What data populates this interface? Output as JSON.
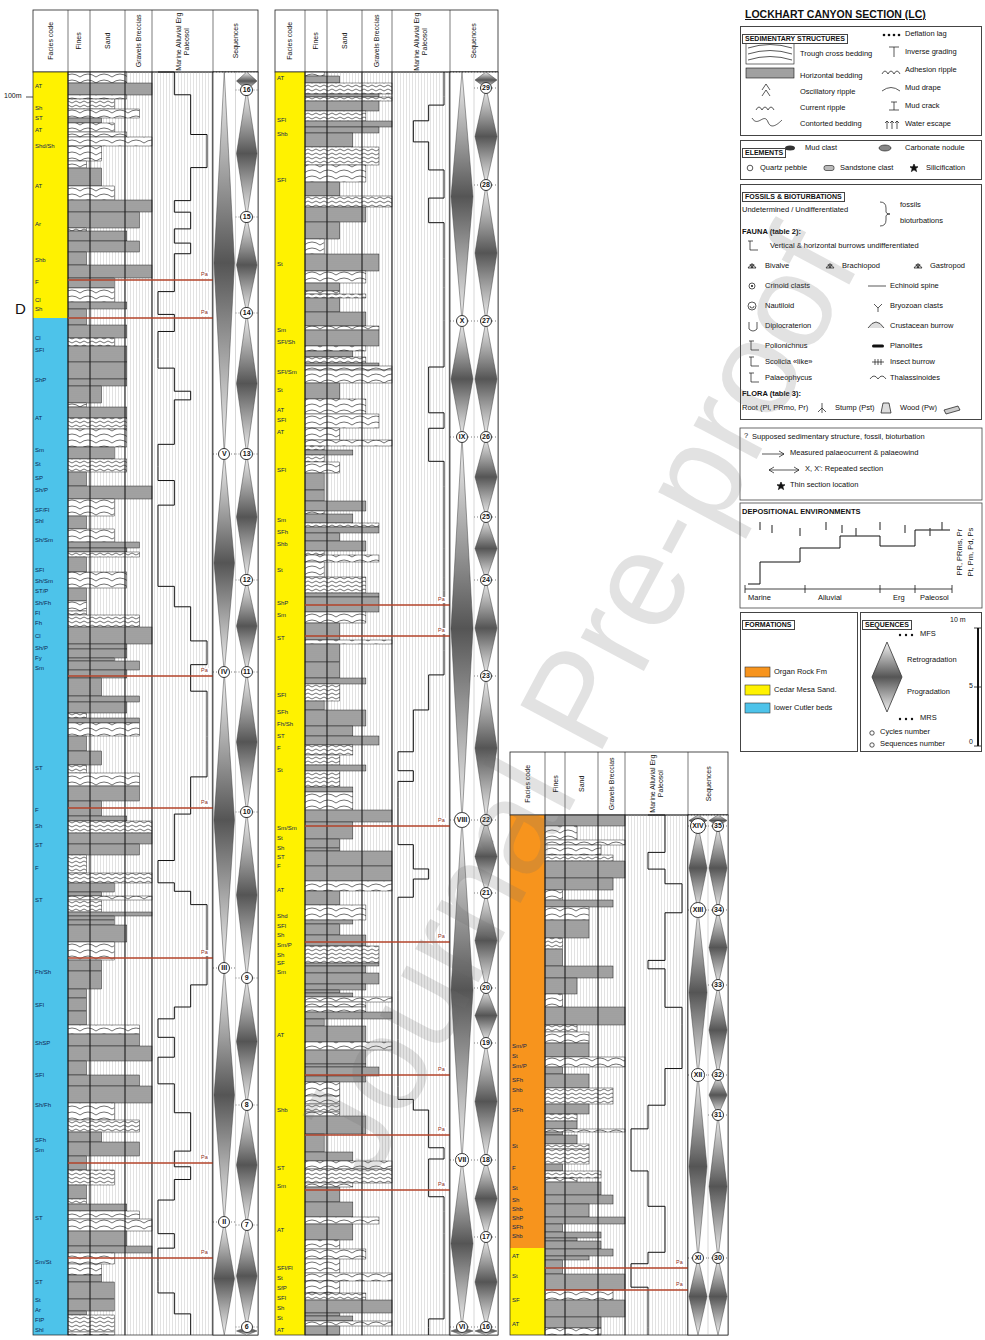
{
  "diagram": {
    "title": "LOCKHART CANYON SECTION (LC)",
    "nodes": [
      {
        "text": [
          "16"
        ]
      },
      {
        "text": [
          "15"
        ]
      },
      {
        "text": [
          "14"
        ]
      },
      {
        "text": [
          "V"
        ]
      },
      {
        "text": [
          "13"
        ]
      },
      {
        "text": [
          "12"
        ]
      },
      {
        "text": [
          "IV"
        ]
      },
      {
        "text": [
          "11"
        ]
      },
      {
        "text": [
          "10"
        ]
      },
      {
        "text": [
          "III"
        ]
      },
      {
        "text": [
          "9"
        ]
      },
      {
        "text": [
          "8"
        ]
      },
      {
        "text": [
          "II"
        ]
      },
      {
        "text": [
          "7"
        ]
      },
      {
        "text": [
          "6"
        ]
      },
      {
        "text": [
          "29"
        ]
      },
      {
        "text": [
          "28"
        ]
      },
      {
        "text": [
          "X"
        ]
      },
      {
        "text": [
          "27"
        ]
      },
      {
        "text": [
          "IX"
        ]
      },
      {
        "text": [
          "26"
        ]
      },
      {
        "text": [
          "25"
        ]
      },
      {
        "text": [
          "24"
        ]
      },
      {
        "text": [
          "23"
        ]
      },
      {
        "text": [
          "VIII"
        ]
      },
      {
        "text": [
          "22"
        ]
      },
      {
        "text": [
          "21"
        ]
      },
      {
        "text": [
          "20"
        ]
      },
      {
        "text": [
          "19"
        ]
      },
      {
        "text": [
          "VII"
        ]
      },
      {
        "text": [
          "18"
        ]
      },
      {
        "text": [
          "17"
        ]
      },
      {
        "text": [
          "VI"
        ]
      },
      {
        "text": [
          "16"
        ]
      },
      {
        "text": [
          "XIV"
        ]
      },
      {
        "text": [
          "35"
        ]
      },
      {
        "text": [
          "XIII"
        ]
      },
      {
        "text": [
          "34"
        ]
      },
      {
        "text": [
          "33"
        ]
      },
      {
        "text": [
          "XII"
        ]
      },
      {
        "text": [
          "32"
        ]
      },
      {
        "text": [
          "31"
        ]
      },
      {
        "text": [
          "XI"
        ]
      },
      {
        "text": [
          "30"
        ]
      },
      {
        "text": [
          "SEDIMENTARY STRUCTURES"
        ]
      },
      {
        "text": [
          "ELEMENTS"
        ]
      },
      {
        "text": [
          "FOSSILS & BIOTURBATIONS"
        ]
      },
      {
        "text": [
          "FORMATIONS"
        ]
      },
      {
        "text": [
          "SEQUENCES"
        ]
      }
    ],
    "labels": [
      "Facies code",
      "Fines",
      "Sand",
      "Gravels Breccias",
      "Marine Alluvial Erg Paleosol",
      "Sequences",
      "Facies code",
      "Fines",
      "Sand",
      "Gravels Breccias",
      "Marine Alluvial Erg Paleosol",
      "Sequences",
      "Facies code",
      "Fines",
      "Sand",
      "Gravels Breccias",
      "Marine Alluvial Erg Paleosol",
      "Sequences",
      "100m",
      "D",
      "AT",
      "Sh",
      "ST",
      "AT",
      "Shd/Sh",
      "AT",
      "Ar",
      "Shb",
      "F",
      "Cl",
      "Sh",
      "Cl",
      "SFl",
      "ShP",
      "AT",
      "Sm",
      "St",
      "SP",
      "Sh/P",
      "SF/Fl",
      "Shl",
      "Sh/Sm",
      "SFl",
      "Sh/Sm",
      "ST/P",
      "Sh/Fh",
      "Fl",
      "Fh",
      "Cl",
      "Sh/P",
      "Fy",
      "Sm",
      "ST",
      "F",
      "Sh",
      "ST",
      "F",
      "ST",
      "Fh/Sh",
      "SFl",
      "ShSP",
      "SFl",
      "Sh/Fh",
      "SFh",
      "Sm",
      "ST",
      "Sm/St",
      "ST",
      "St",
      "Ar",
      "FIP",
      "Shl",
      "AT",
      "SFl",
      "Shb",
      "SFl",
      "St",
      "Sm",
      "SFl/Sh",
      "SFl/Sm",
      "St",
      "AT",
      "SFl",
      "AT",
      "SFl",
      "Sm",
      "SFh",
      "Shb",
      "St",
      "ShP",
      "Sm",
      "ST",
      "SFl",
      "SFh",
      "Fh/Sh",
      "ST",
      "F",
      "St",
      "Sm/Sm",
      "St",
      "Sh",
      "ST",
      "F",
      "AT",
      "Shd",
      "SFl",
      "Sh",
      "Sm/P",
      "Sh",
      "SF",
      "Sm",
      "AT",
      "Shb",
      "ST",
      "Sm",
      "AT",
      "SFl/Fl",
      "St",
      "SfP",
      "SFl",
      "Sh",
      "St",
      "AT",
      "Sm/P",
      "St",
      "Sm/P",
      "SFh",
      "Shb",
      "SFh",
      "St",
      "F",
      "St",
      "Sh",
      "Shb",
      "ShP",
      "SFh",
      "Shb",
      "AT",
      "St",
      "SF",
      "AT",
      "Pa",
      "Pa",
      "Pa",
      "Pa",
      "Pa",
      "Pa",
      "Pa",
      "Pa",
      "Pa",
      "Pa",
      "Pa",
      "Pa",
      "Pa",
      "Pa",
      "Pa",
      "Pa",
      "fossils",
      "bioturbations",
      "FAUNA (table 2):",
      "FLORA (table 3):",
      "?",
      "DEPOSITIONAL ENVIRONMENTS",
      "Marine",
      "Alluvial",
      "Erg",
      "Paleosol",
      "PR, PRms, Pr",
      "Pt, Pm, Pd, Ps",
      "10 m",
      "5",
      "0",
      "Journal Pre-proof"
    ],
    "legend": [
      {
        "text": "Trough cross bedding"
      },
      {
        "text": "Horizontal bedding"
      },
      {
        "text": "Oscillatory ripple"
      },
      {
        "text": "Current ripple"
      },
      {
        "text": "Contorted bedding"
      },
      {
        "text": "Deflation lag"
      },
      {
        "text": "Inverse grading"
      },
      {
        "text": "Adhesion ripple"
      },
      {
        "text": "Mud drape"
      },
      {
        "text": "Mud crack"
      },
      {
        "text": "Water escape"
      },
      {
        "text": "Mud clast"
      },
      {
        "text": "Carbonate nodule"
      },
      {
        "text": "Quartz pebble"
      },
      {
        "text": "Sandstone clast"
      },
      {
        "text": "Silicification"
      },
      {
        "text": "Undetermined / Undifferentiated"
      },
      {
        "text": "Vertical & horizontal burrows undifferentiated"
      },
      {
        "text": "Bivalve"
      },
      {
        "text": "Brachiopod"
      },
      {
        "text": "Gastropod"
      },
      {
        "text": "Crinoid clasts"
      },
      {
        "text": "Echinoid spine"
      },
      {
        "text": "Nautiloid"
      },
      {
        "text": "Bryozoan clasts"
      },
      {
        "text": "Diplocraterion"
      },
      {
        "text": "Crustacean burrow"
      },
      {
        "text": "Polionichnus"
      },
      {
        "text": "Planolites"
      },
      {
        "text": "Scolicia «like»"
      },
      {
        "text": "Insect burrow"
      },
      {
        "text": "Palaeophycus"
      },
      {
        "text": "Thalassinoides"
      },
      {
        "text": "Root (Pl, PRmo, Pr)"
      },
      {
        "text": "Stump (Pst)"
      },
      {
        "text": "Wood (Pw)"
      },
      {
        "text": "Supposed sedimentary structure, fossil, bioturbation"
      },
      {
        "text": "Measured palaeocurrent & palaeowind"
      },
      {
        "text": "X, X': Repeated section"
      },
      {
        "text": "Thin section location"
      },
      {
        "text": "Organ Rock Fm",
        "color": "#f7941d"
      },
      {
        "text": "Cedar Mesa Sand.",
        "color": "#fff200"
      },
      {
        "text": "lower Cutler beds",
        "color": "#4dc3ea"
      },
      {
        "text": "MFS"
      },
      {
        "text": "Retrogradation"
      },
      {
        "text": "Progradation"
      },
      {
        "text": "MRS"
      },
      {
        "text": "Cycles number"
      },
      {
        "text": "Sequences number"
      }
    ]
  }
}
